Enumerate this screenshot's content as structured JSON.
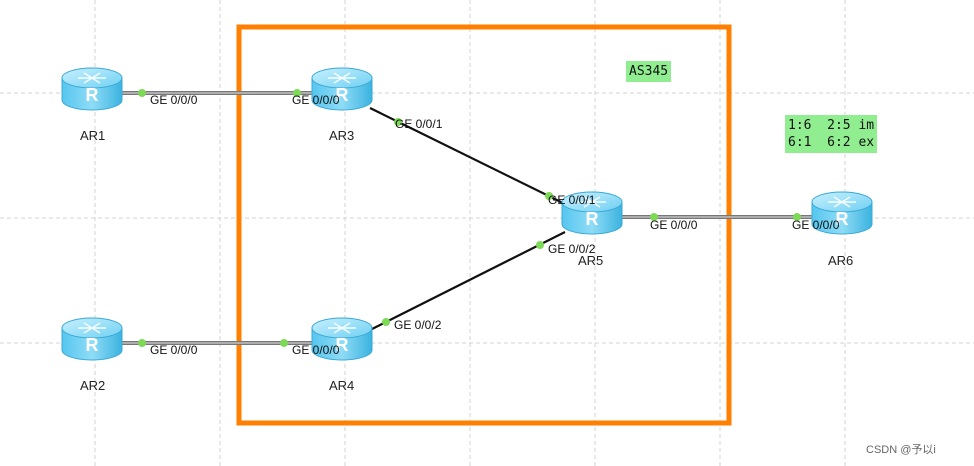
{
  "diagram": {
    "routers": [
      {
        "id": "ar1",
        "label": "AR1",
        "icon": "router-icon"
      },
      {
        "id": "ar2",
        "label": "AR2",
        "icon": "router-icon"
      },
      {
        "id": "ar3",
        "label": "AR3",
        "icon": "router-icon"
      },
      {
        "id": "ar4",
        "label": "AR4",
        "icon": "router-icon"
      },
      {
        "id": "ar5",
        "label": "AR5",
        "icon": "router-icon"
      },
      {
        "id": "ar6",
        "label": "AR6",
        "icon": "router-icon"
      }
    ],
    "ports": {
      "ar1_ge000": "GE 0/0/0",
      "ar3_ge000": "GE 0/0/0",
      "ar3_ge001": "GE 0/0/1",
      "ar5_ge001": "GE 0/0/1",
      "ar5_ge002": "GE 0/0/2",
      "ar5_ge000": "GE 0/0/0",
      "ar6_ge000": "GE 0/0/0",
      "ar2_ge000": "GE 0/0/0",
      "ar4_ge000": "GE 0/0/0",
      "ar4_ge002": "GE 0/0/2"
    },
    "as_label": "AS345",
    "note_lines": [
      "1:6  2:5 im",
      "6:1  6:2 ex"
    ],
    "watermark": "CSDN @予以i"
  },
  "colors": {
    "as_border": "#ff7f00",
    "note_bg": "#90ee90",
    "link": "#111111",
    "port_dot": "#7ed957",
    "grid": "#d3d3d3",
    "router_body": "#4fc3ec"
  }
}
